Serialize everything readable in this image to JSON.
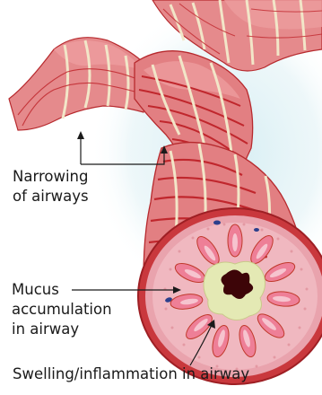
{
  "labels": {
    "narrowing": {
      "line1": "Narrowing",
      "line2": "of airways"
    },
    "mucus": {
      "line1": "Mucus",
      "line2": "accumulation",
      "line3": "in airway"
    },
    "swelling": "Swelling/inflammation in airway"
  },
  "colors": {
    "airway_fill": "#e8888a",
    "airway_dark": "#c0272d",
    "band": "#d84a4c",
    "cartilage": "#f2e6c8",
    "wall_tissue": "#e9a3ad",
    "mucosa": "#ee8aa4",
    "mucus": "#e4e9b4",
    "lumen": "#3d0508",
    "glow": "#d4edf3",
    "gland": "#2b3f8c"
  }
}
